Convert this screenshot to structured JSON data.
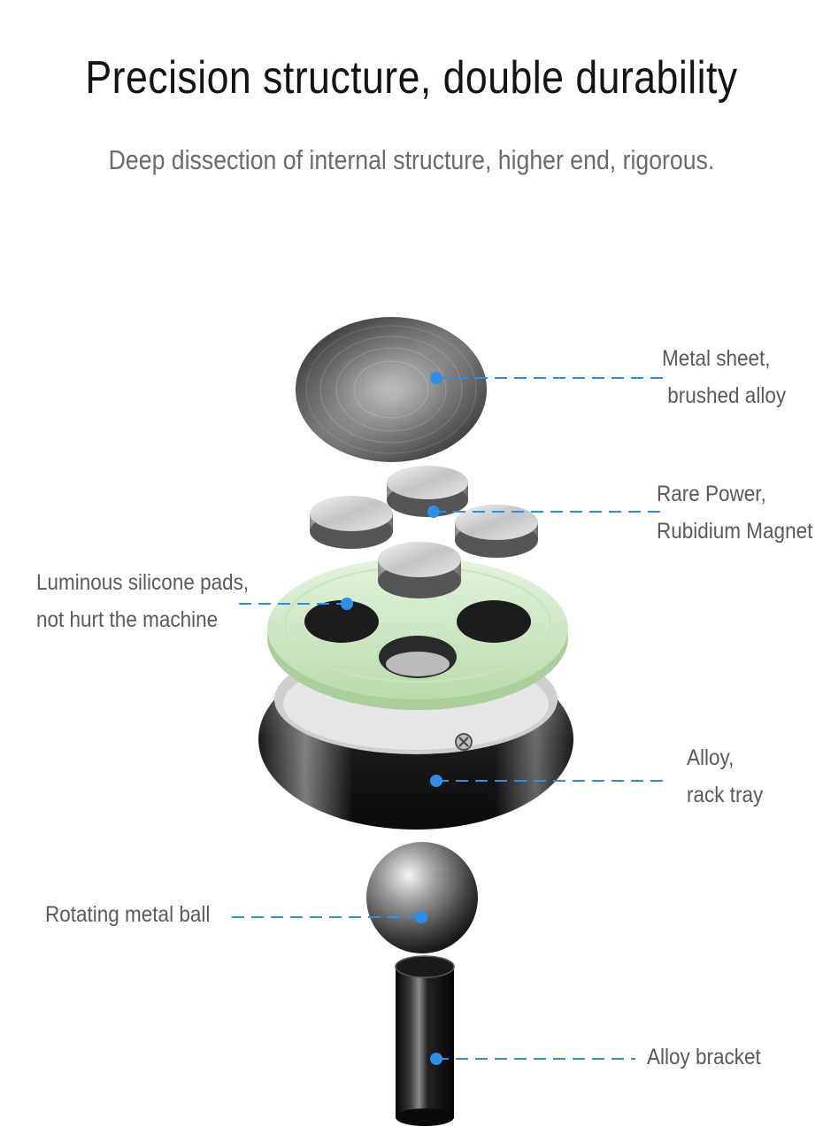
{
  "title": "Precision structure, double durability",
  "subtitle": "Deep dissection of internal structure, higher end, rigorous.",
  "annotations": [
    {
      "id": "metal-sheet",
      "lines": [
        "Metal sheet,",
        " brushed alloy"
      ]
    },
    {
      "id": "magnet",
      "lines": [
        "Rare Power,",
        "Rubidium Magnet"
      ]
    },
    {
      "id": "silicone-pads",
      "lines": [
        "Luminous silicone pads,",
        "not hurt the machine"
      ]
    },
    {
      "id": "rack-tray",
      "lines": [
        "Alloy,",
        "rack tray"
      ]
    },
    {
      "id": "metal-ball",
      "lines": [
        "Rotating metal ball"
      ]
    },
    {
      "id": "bracket",
      "lines": [
        "Alloy bracket"
      ]
    }
  ],
  "colors": {
    "accent": "#2f8fe8",
    "pad_green": "#cde8c2",
    "text": "#5a5a5a"
  }
}
